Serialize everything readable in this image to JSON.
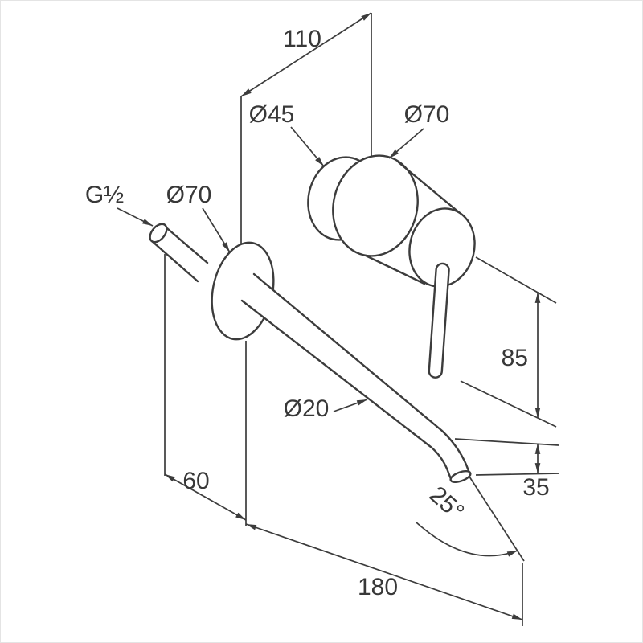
{
  "drawing": {
    "kind": "technical dimension drawing",
    "line_color": "#3c3c3c",
    "background": "#ffffff",
    "labels": {
      "dim_110": "110",
      "dia_45": "Ø45",
      "dia_70_mixer": "Ø70",
      "thread_g12": "G½",
      "dia_70_spout": "Ø70",
      "dim_85": "85",
      "dia_20": "Ø20",
      "dim_60": "60",
      "dim_35": "35",
      "angle_25": "25°",
      "dim_180": "180"
    }
  }
}
